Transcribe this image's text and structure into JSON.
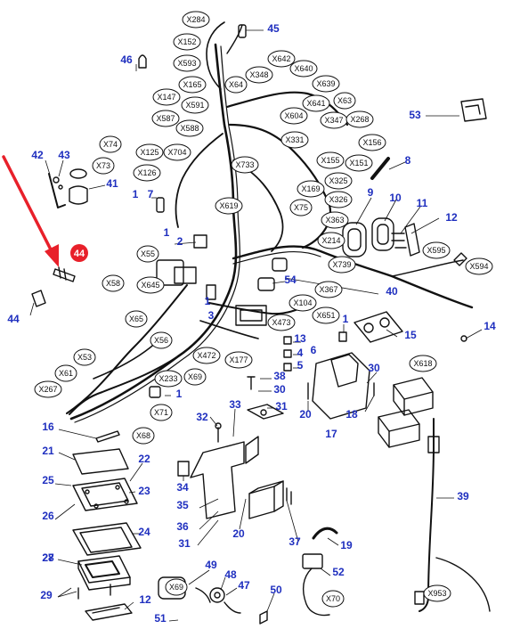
{
  "connectors": [
    "X284",
    "X152",
    "X593",
    "X165",
    "X64",
    "X348",
    "X642",
    "X640",
    "X639",
    "X147",
    "X591",
    "X641",
    "X63",
    "X587",
    "X588",
    "X604",
    "X347",
    "X268",
    "X74",
    "X125",
    "X704",
    "X331",
    "X156",
    "X73",
    "X733",
    "X155",
    "X151",
    "X126",
    "X325",
    "X169",
    "X326",
    "X619",
    "X75",
    "X363",
    "X55",
    "X214",
    "X595",
    "X739",
    "X594",
    "X58",
    "X645",
    "X367",
    "X104",
    "X65",
    "X651",
    "X473",
    "X56",
    "X53",
    "X472",
    "X177",
    "X618",
    "X61",
    "X233",
    "X69",
    "X267",
    "X71",
    "X68",
    "X69",
    "X70",
    "X953"
  ],
  "part_numbers": [
    "45",
    "46",
    "53",
    "8",
    "9",
    "10",
    "11",
    "12",
    "42",
    "43",
    "41",
    "1",
    "7",
    "1",
    "2",
    "44",
    "54",
    "40",
    "1",
    "3",
    "1",
    "15",
    "14",
    "13",
    "4",
    "5",
    "6",
    "1",
    "38",
    "30",
    "31",
    "32",
    "33",
    "30",
    "20",
    "18",
    "17",
    "16",
    "21",
    "22",
    "25",
    "23",
    "26",
    "24",
    "27",
    "34",
    "35",
    "36",
    "31",
    "20",
    "37",
    "19",
    "39",
    "28",
    "29",
    "49",
    "48",
    "47",
    "50",
    "52",
    "12",
    "51"
  ],
  "highlight": {
    "label": "44"
  }
}
